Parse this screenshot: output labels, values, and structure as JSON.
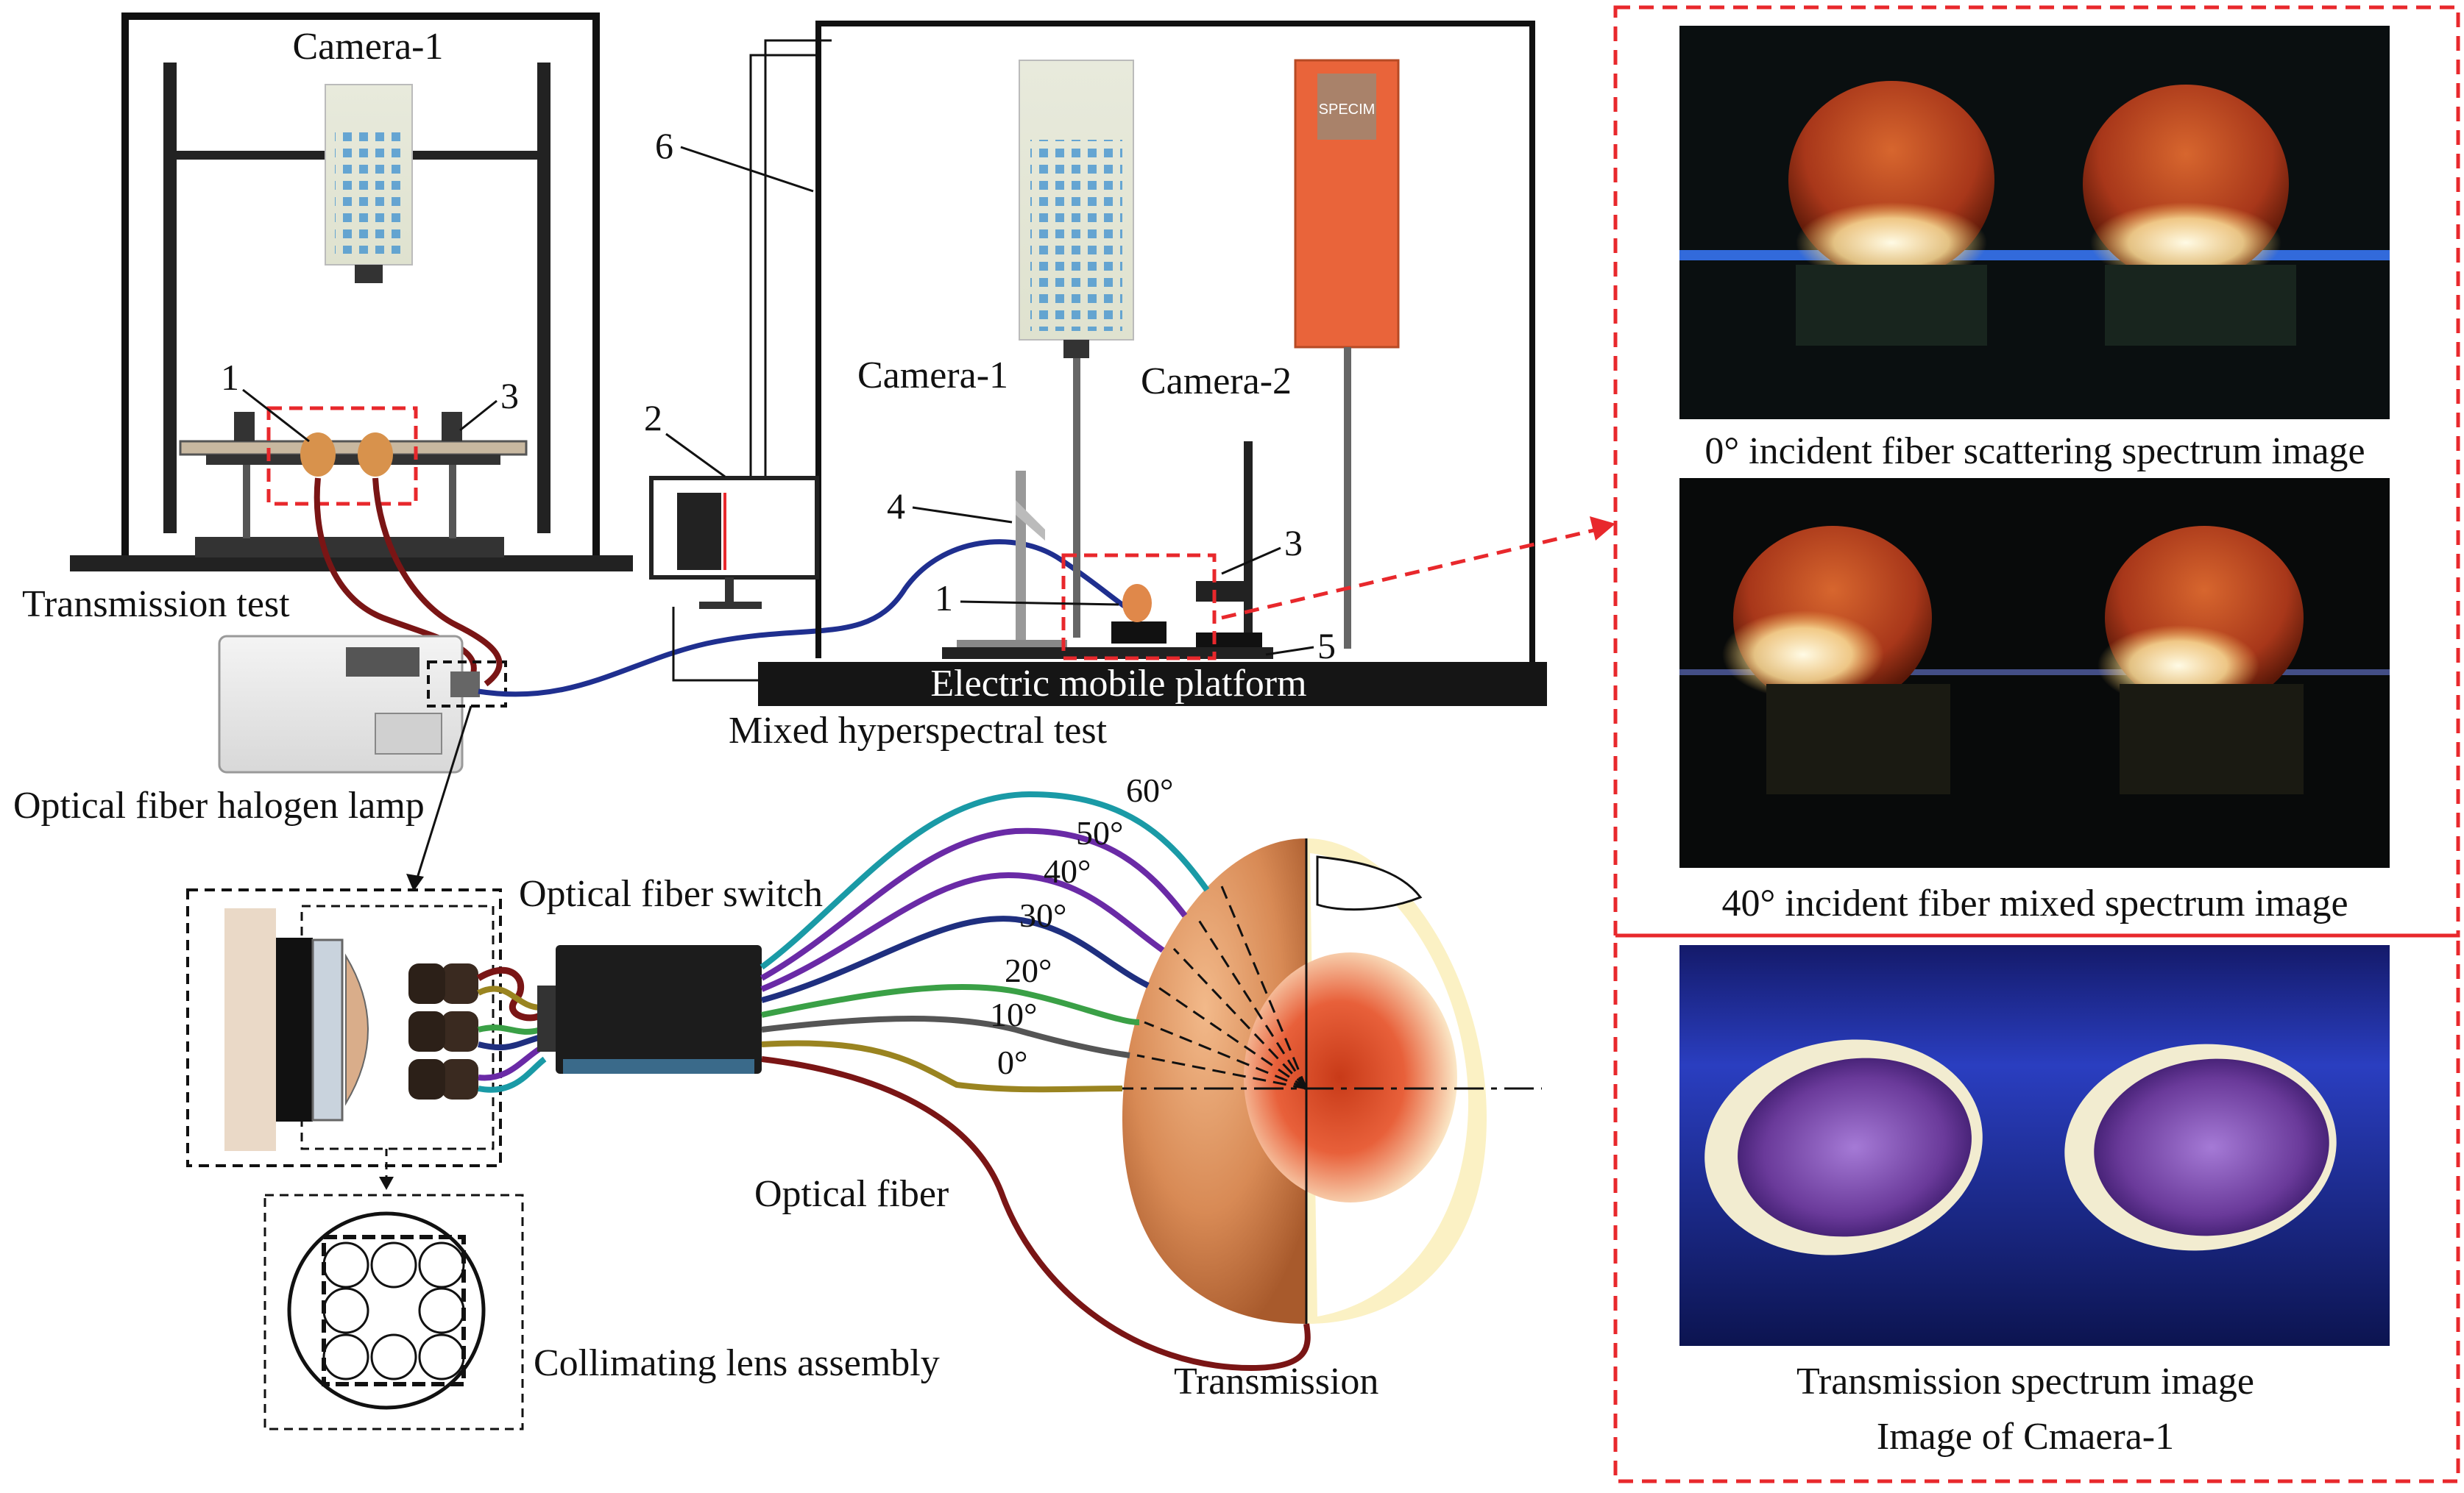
{
  "labels": {
    "camera1_left": "Camera-1",
    "transmission_test": "Transmission test",
    "halogen_lamp": "Optical fiber halogen lamp",
    "camera1_center": "Camera-1",
    "camera2": "Camera-2",
    "electric_platform": "Electric mobile platform",
    "mixed_test": "Mixed hyperspectral test",
    "fiber_switch": "Optical fiber switch",
    "optical_fiber": "Optical fiber",
    "collimating_lens": "Collimating lens assembly",
    "transmission": "Transmission",
    "specim_brand": "SPECIM"
  },
  "callouts": {
    "left_1": "1",
    "left_3": "3",
    "c_2": "2",
    "c_4": "4",
    "c_1": "1",
    "c_3": "3",
    "c_5": "5",
    "c_6": "6"
  },
  "angles": [
    "0°",
    "10°",
    "20°",
    "30°",
    "40°",
    "50°",
    "60°"
  ],
  "panels": {
    "p1_caption": "0° incident fiber scattering spectrum image",
    "p2_caption": "40° incident fiber mixed spectrum image",
    "p3_caption_1": "Transmission spectrum image",
    "p3_caption_2": "Image of Cmaera-1"
  },
  "colors": {
    "dashed_red": "#e8282c",
    "fiber_dark_red": "#7a1515",
    "fiber_blue": "#1f2f8f",
    "fiber_teal": "#1a9aa6",
    "fiber_purple": "#6a2aa6",
    "fiber_navy": "#1f2f7f",
    "fiber_green": "#3aa046",
    "fiber_gray": "#555555",
    "fiber_olive": "#9a8420",
    "specim_orange": "#e9643a"
  }
}
